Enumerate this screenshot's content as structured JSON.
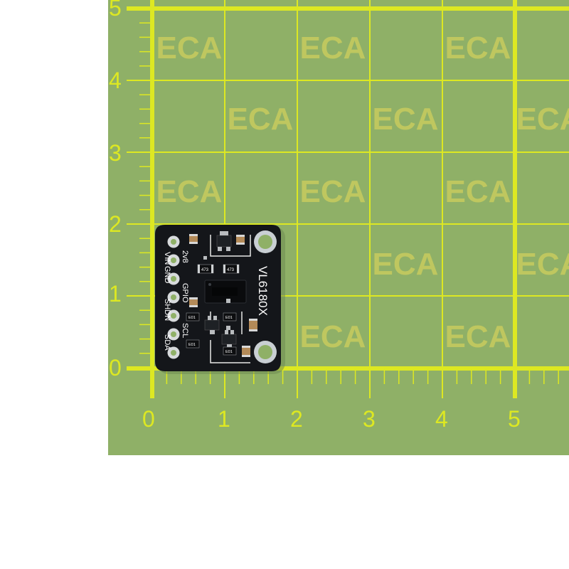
{
  "mat": {
    "background_color": "#8fb067",
    "grid_color": "#dde822",
    "watermark_color": "#c8cc5e",
    "watermark_text": "ECA",
    "x_axis_labels": [
      "0",
      "1",
      "2",
      "3",
      "4",
      "5"
    ],
    "y_axis_labels": [
      "0",
      "1",
      "2",
      "3",
      "4",
      "5"
    ]
  },
  "board": {
    "color": "#14161a",
    "silkscreen_color": "#ffffff",
    "title": "VL6180X",
    "pins": [
      "VIN",
      "2v8",
      "GND",
      "GPIO",
      "SHDN",
      "SCL",
      "SDA"
    ],
    "parts": [
      "473",
      "473",
      "E01",
      "E01",
      "E01",
      "E01"
    ]
  }
}
